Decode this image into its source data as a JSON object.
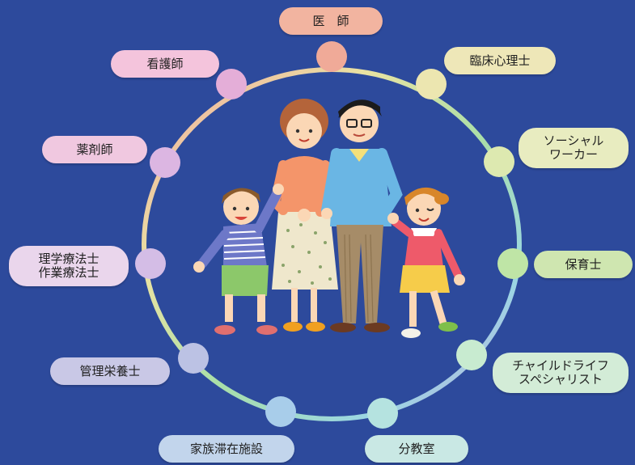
{
  "roles": {
    "doctor": "医　師",
    "psychologist": "臨床心理士",
    "social_worker": "ソーシャル\nワーカー",
    "nursery_teacher": "保育士",
    "child_life": "チャイルドライフ\nスペシャリスト",
    "branch_school": "分教室",
    "family_facility": "家族滞在施設",
    "dietitian": "管理栄養士",
    "therapists": "理学療法士\n作業療法士",
    "pharmacist": "薬剤師",
    "nurse": "看護師"
  },
  "colors": {
    "background": "#2d4a9c",
    "doctor": "#f2b4a0",
    "psychologist": "#eee7b8",
    "social_worker": "#e8ecc0",
    "nursery_teacher": "#cfe6b0",
    "child_life": "#d3ecd7",
    "branch_school": "#c9e8e4",
    "family_facility": "#c2d5ec",
    "dietitian": "#c9c8e6",
    "therapists": "#ead6ec",
    "pharmacist": "#f0c8e0",
    "nurse": "#f4c4dc"
  },
  "icons": {
    "center": "family-icon"
  }
}
